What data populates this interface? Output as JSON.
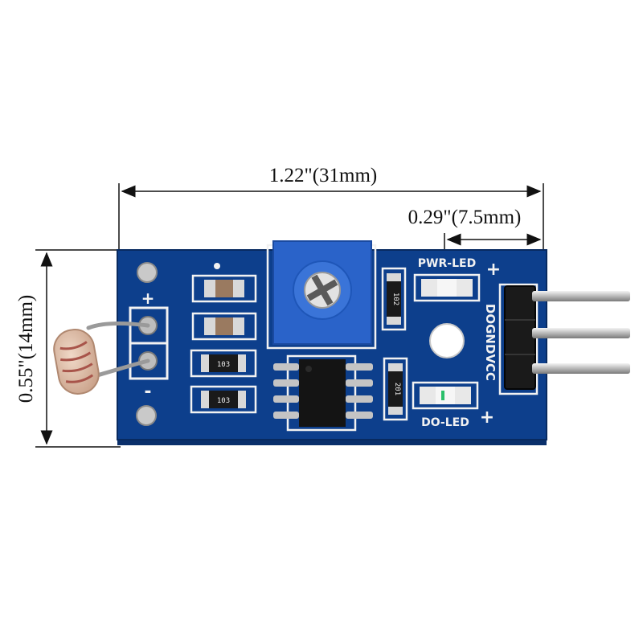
{
  "dimensions": {
    "width_label": "1.22\"(31mm)",
    "offset_label": "0.29\"(7.5mm)",
    "height_label": "0.55\"(14mm)"
  },
  "board": {
    "pwr_led_label": "PWR-LED",
    "do_led_label": "DO-LED",
    "pin_labels": "DOGNDVCC",
    "plus_mark": "+",
    "minus_mark": "-",
    "resistor_codes": [
      "103",
      "103",
      "102",
      "201"
    ]
  },
  "colors": {
    "pcb": "#0d3f8c",
    "pcb_dark": "#0a2f6b",
    "silkscreen": "#f2f2f2",
    "trimpot": "#2a63c9",
    "header": "#1a1a1a"
  }
}
